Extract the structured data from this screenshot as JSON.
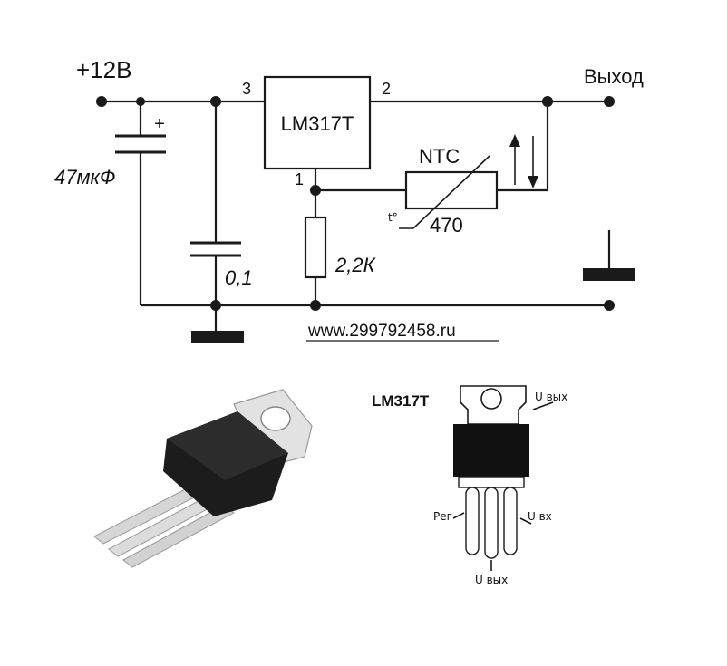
{
  "schematic": {
    "supply_label": "+12В",
    "output_label": "Выход",
    "regulator_label": "LM317T",
    "pin_in": "3",
    "pin_out": "2",
    "pin_adj": "1",
    "cap1_label": "47мкФ",
    "cap1_polarity": "+",
    "cap2_label": "0,1",
    "resistor_label": "2,2К",
    "ntc_label": "NTC",
    "ntc_value": "470",
    "ntc_temp_symbol": "t°",
    "website": "www.299792458.ru"
  },
  "package": {
    "title": "LM317T",
    "pin_vout_top": "U вых",
    "pin_adj": "Рег",
    "pin_vin": "U вх",
    "pin_vout_bottom": "U вых"
  },
  "colors": {
    "ink": "#1a1a1a",
    "body": "#111111",
    "metal": "#d8d8d8"
  }
}
